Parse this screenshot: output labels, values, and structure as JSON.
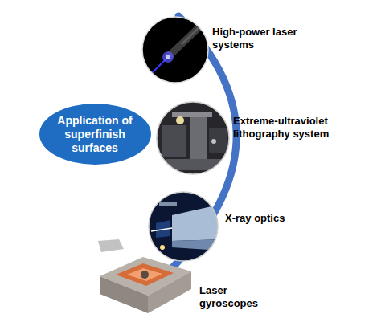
{
  "diagram": {
    "nodes": [
      {
        "text": [
          "Application of superfinish surfaces"
        ]
      },
      {
        "text": [
          "High-power laser systems"
        ]
      },
      {
        "text": [
          "Extreme-ultraviolet lithography system"
        ]
      },
      {
        "text": [
          "X-ray optics"
        ]
      },
      {
        "text": [
          "Laser gyroscopes"
        ]
      }
    ]
  }
}
